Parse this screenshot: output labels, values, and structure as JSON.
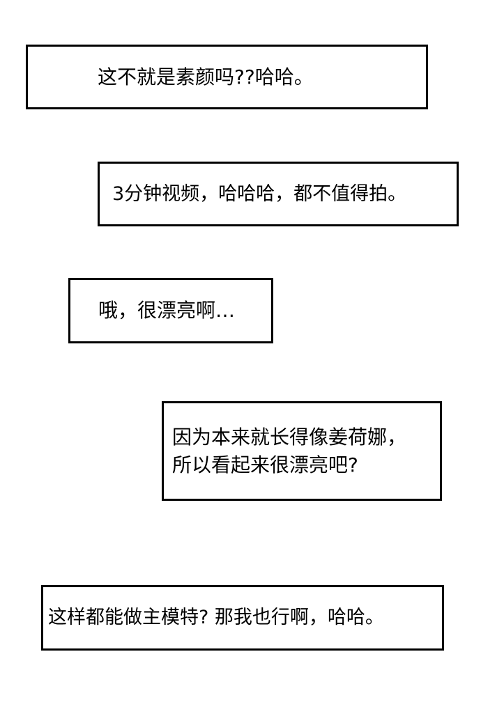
{
  "bubbles": [
    {
      "lines": [
        "这不就是素颜吗??哈哈。"
      ]
    },
    {
      "lines": [
        "3分钟视频，哈哈哈，都不值得拍。"
      ]
    },
    {
      "lines": [
        "哦，很漂亮啊…"
      ]
    },
    {
      "lines": [
        "因为本来就长得像姜荷娜，",
        "所以看起来很漂亮吧?"
      ]
    },
    {
      "lines": [
        "这样都能做主模特? 那我也行啊，哈哈。"
      ]
    }
  ]
}
